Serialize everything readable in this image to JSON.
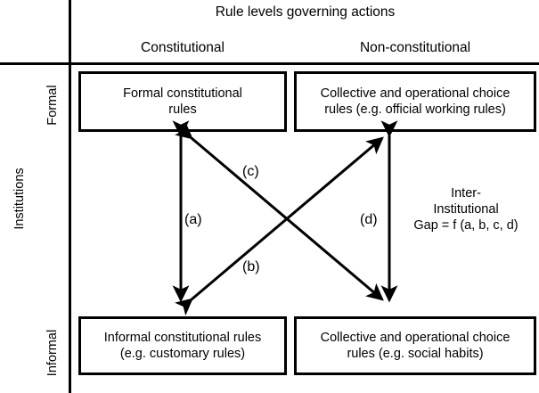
{
  "figure": {
    "column_axis_title": "Rule levels governing actions",
    "row_axis_title": "Institutions",
    "columns": [
      {
        "key": "constitutional",
        "label": "Constitutional"
      },
      {
        "key": "non_constitutional",
        "label": "Non-constitutional"
      }
    ],
    "rows": [
      {
        "key": "formal",
        "label": "Formal"
      },
      {
        "key": "informal",
        "label": "Informal"
      }
    ],
    "cells": {
      "formal_constitutional": {
        "line1": "Formal constitutional",
        "line2": "rules"
      },
      "formal_non_constitutional": {
        "line1": "Collective and operational choice",
        "line2": "rules (e.g. official working rules)"
      },
      "informal_constitutional": {
        "line1": "Informal constitutional rules",
        "line2": "(e.g. customary rules)"
      },
      "informal_non_constitutional": {
        "line1": "Collective and operational choice",
        "line2": "rules (e.g. social habits)"
      }
    },
    "arrows": [
      {
        "key": "a",
        "label": "(a)",
        "kind": "vertical-left-double-headed"
      },
      {
        "key": "b",
        "label": "(b)",
        "kind": "diagonal-double-headed"
      },
      {
        "key": "c",
        "label": "(c)",
        "kind": "diagonal-double-headed"
      },
      {
        "key": "d",
        "label": "(d)",
        "kind": "vertical-right-double-headed"
      }
    ],
    "gap_note": {
      "line1": "Inter-",
      "line2": "Institutional",
      "line3": "Gap = f (a, b, c, d)"
    },
    "colors": {
      "ink": "#000000",
      "background": "#ffffff"
    }
  }
}
